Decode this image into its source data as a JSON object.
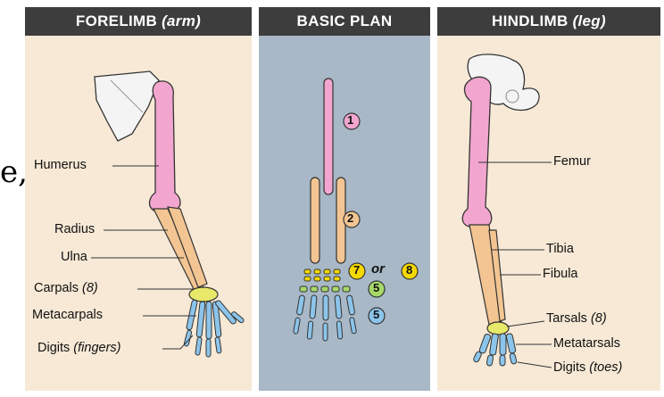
{
  "stray_text": "e,",
  "forelimb": {
    "title": "FORELIMB",
    "title_note": "(arm)",
    "labels": {
      "humerus": "Humerus",
      "radius": "Radius",
      "ulna": "Ulna",
      "carpals": "Carpals",
      "carpals_count": "(8)",
      "metacarpals": "Metacarpals",
      "digits": "Digits",
      "digits_note": "(fingers)"
    }
  },
  "basic_plan": {
    "title": "BASIC PLAN",
    "markers": {
      "one": "1",
      "two": "2",
      "seven": "7",
      "or": "or",
      "eight": "8",
      "five_a": "5",
      "five_b": "5"
    }
  },
  "hindlimb": {
    "title": "HINDLIMB",
    "title_note": "(leg)",
    "labels": {
      "femur": "Femur",
      "tibia": "Tibia",
      "fibula": "Fibula",
      "tarsals": "Tarsals",
      "tarsals_count": "(8)",
      "metatarsals": "Metatarsals",
      "digits": "Digits",
      "digits_note": "(toes)"
    }
  },
  "colors": {
    "header_bg": "#3d3d3d",
    "panel_bg": "#f7e9d6",
    "middle_bg": "#a9b8c6",
    "upper_bone": "#f2a6cf",
    "lower_bone": "#f3c592",
    "wrist_bone": "#e8e86a",
    "hand_bone": "#8cc4ea",
    "badge_pink": "#f2a6cf",
    "badge_orange": "#f3c592",
    "badge_yellow": "#f5d800",
    "badge_green": "#a7d96a",
    "badge_blue": "#8cc4ea"
  }
}
